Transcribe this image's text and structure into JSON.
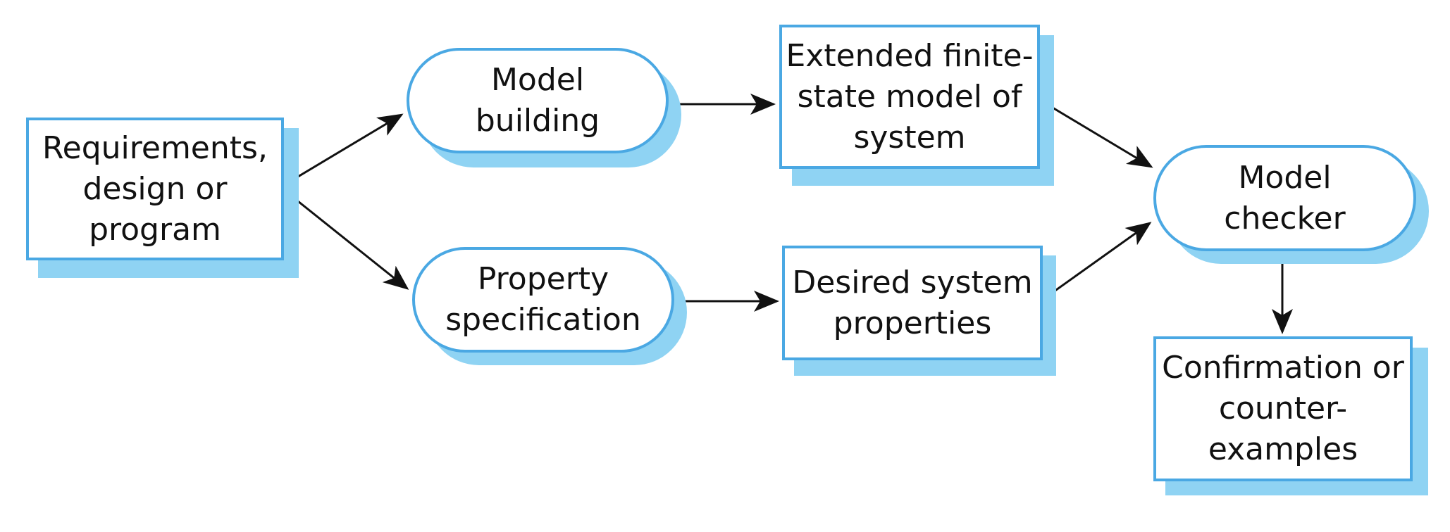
{
  "diagram": {
    "nodes": {
      "requirements": {
        "label": "Requirements,\ndesign or\nprogram",
        "shape": "rectangle"
      },
      "model_building": {
        "label": "Model\nbuilding",
        "shape": "rounded"
      },
      "property_spec": {
        "label": "Property\nspecification",
        "shape": "rounded"
      },
      "efsm": {
        "label": "Extended finite-\nstate model of\nsystem",
        "shape": "rectangle"
      },
      "desired_props": {
        "label": "Desired system\nproperties",
        "shape": "rectangle"
      },
      "model_checker": {
        "label": "Model\nchecker",
        "shape": "rounded"
      },
      "confirmation": {
        "label": "Confirmation or\ncounter-\nexamples",
        "shape": "rectangle"
      }
    },
    "edges": [
      {
        "from": "requirements",
        "to": "model_building"
      },
      {
        "from": "requirements",
        "to": "property_spec"
      },
      {
        "from": "model_building",
        "to": "efsm"
      },
      {
        "from": "property_spec",
        "to": "desired_props"
      },
      {
        "from": "efsm",
        "to": "model_checker"
      },
      {
        "from": "desired_props",
        "to": "model_checker"
      },
      {
        "from": "model_checker",
        "to": "confirmation"
      }
    ],
    "colors": {
      "border": "#4aa8e3",
      "shadow": "#8fd3f3",
      "fill": "#ffffff",
      "text": "#111111",
      "arrow": "#111111"
    }
  }
}
